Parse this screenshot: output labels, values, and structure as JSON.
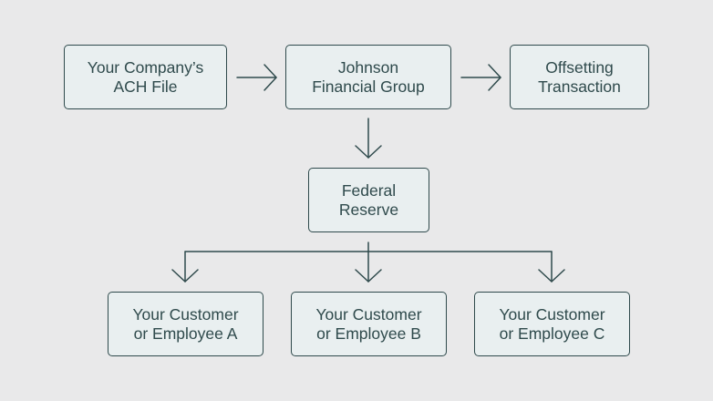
{
  "diagram": {
    "nodes": {
      "company": {
        "line1": "Your Company’s",
        "line2": "ACH File"
      },
      "johnson": {
        "line1": "Johnson",
        "line2": "Financial Group"
      },
      "offsetting": {
        "line1": "Offsetting",
        "line2": "Transaction"
      },
      "federal": {
        "line1": "Federal",
        "line2": "Reserve"
      },
      "customer_a": {
        "line1": "Your Customer",
        "line2": "or Employee A"
      },
      "customer_b": {
        "line1": "Your Customer",
        "line2": "or Employee B"
      },
      "customer_c": {
        "line1": "Your Customer",
        "line2": "or Employee C"
      }
    },
    "edges": [
      {
        "from": "company",
        "to": "johnson"
      },
      {
        "from": "johnson",
        "to": "offsetting"
      },
      {
        "from": "johnson",
        "to": "federal"
      },
      {
        "from": "federal",
        "to": "customer_a"
      },
      {
        "from": "federal",
        "to": "customer_b"
      },
      {
        "from": "federal",
        "to": "customer_c"
      }
    ],
    "colors": {
      "background": "#e9e9ea",
      "node_fill": "#e9eff0",
      "stroke": "#2f4a4c",
      "text": "#2f4a4c"
    }
  }
}
